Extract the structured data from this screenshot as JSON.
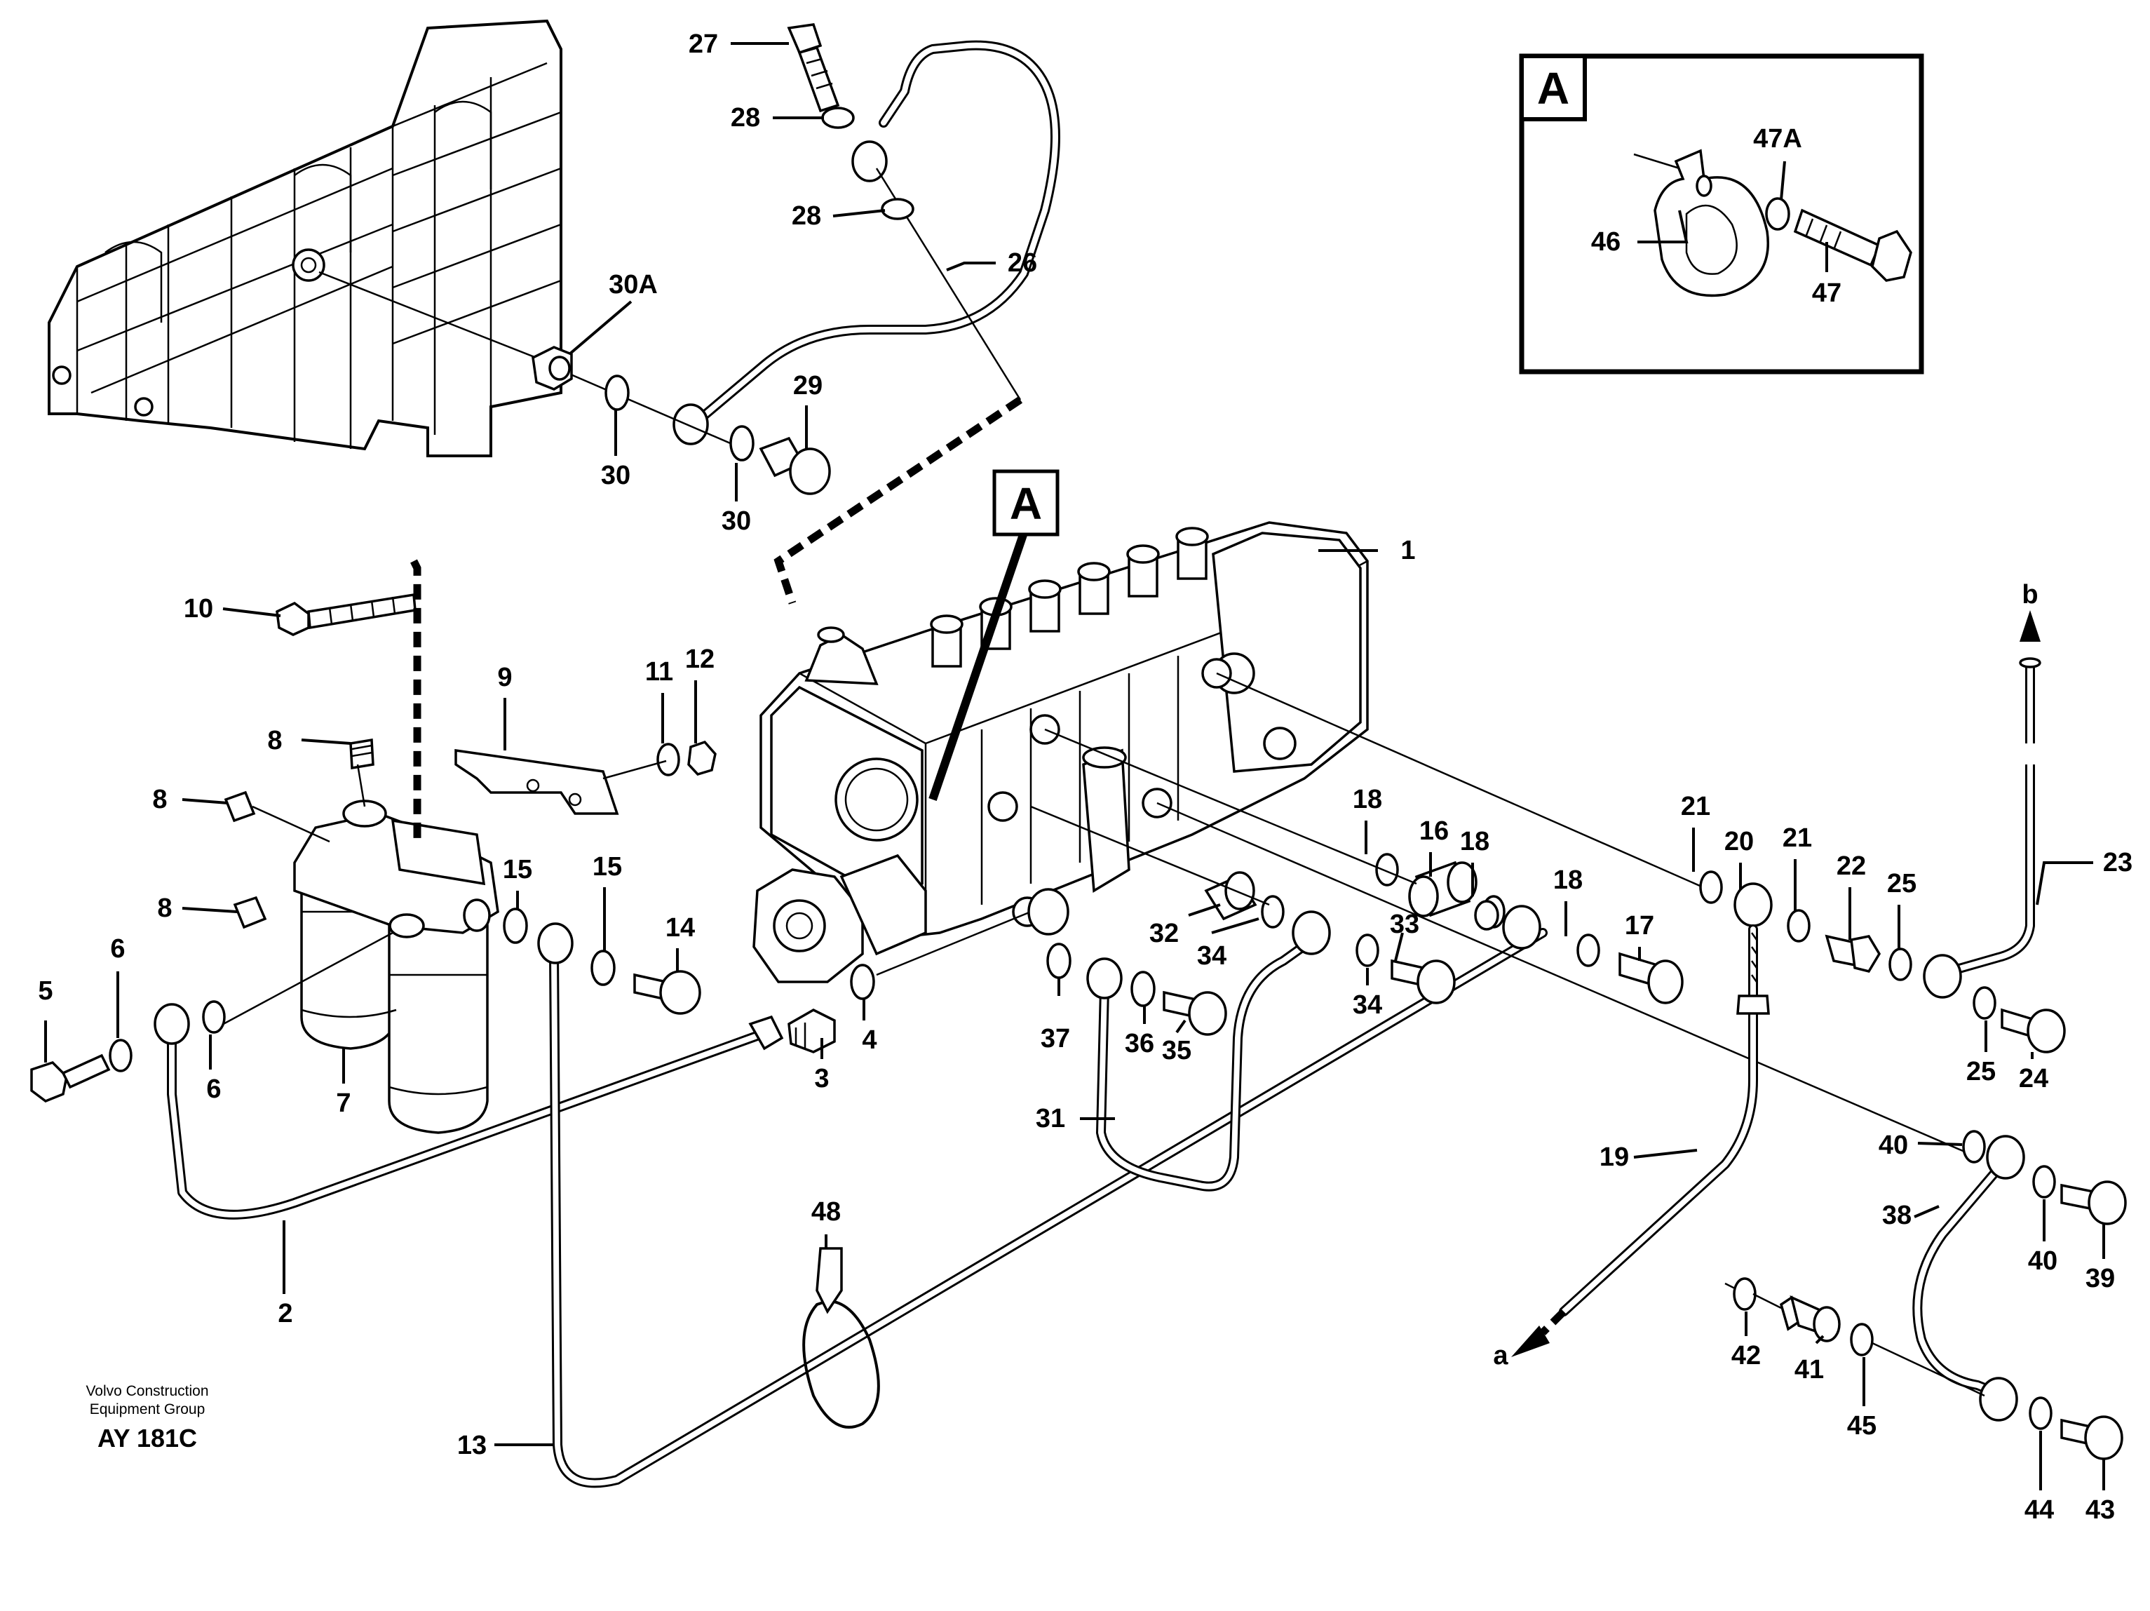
{
  "diagram": {
    "callouts": [
      {
        "id": "c1",
        "text": "1"
      },
      {
        "id": "c2",
        "text": "2"
      },
      {
        "id": "c3",
        "text": "3"
      },
      {
        "id": "c4",
        "text": "4"
      },
      {
        "id": "c5",
        "text": "5"
      },
      {
        "id": "c6a",
        "text": "6"
      },
      {
        "id": "c6b",
        "text": "6"
      },
      {
        "id": "c7",
        "text": "7"
      },
      {
        "id": "c8a",
        "text": "8"
      },
      {
        "id": "c8b",
        "text": "8"
      },
      {
        "id": "c8c",
        "text": "8"
      },
      {
        "id": "c9",
        "text": "9"
      },
      {
        "id": "c10",
        "text": "10"
      },
      {
        "id": "c11",
        "text": "11"
      },
      {
        "id": "c12",
        "text": "12"
      },
      {
        "id": "c13",
        "text": "13"
      },
      {
        "id": "c14",
        "text": "14"
      },
      {
        "id": "c15a",
        "text": "15"
      },
      {
        "id": "c15b",
        "text": "15"
      },
      {
        "id": "c16",
        "text": "16"
      },
      {
        "id": "c17",
        "text": "17"
      },
      {
        "id": "c18a",
        "text": "18"
      },
      {
        "id": "c18b",
        "text": "18"
      },
      {
        "id": "c18c",
        "text": "18"
      },
      {
        "id": "c19",
        "text": "19"
      },
      {
        "id": "c20",
        "text": "20"
      },
      {
        "id": "c21a",
        "text": "21"
      },
      {
        "id": "c21b",
        "text": "21"
      },
      {
        "id": "c22",
        "text": "22"
      },
      {
        "id": "c23",
        "text": "23"
      },
      {
        "id": "c24",
        "text": "24"
      },
      {
        "id": "c25a",
        "text": "25"
      },
      {
        "id": "c25b",
        "text": "25"
      },
      {
        "id": "c26",
        "text": "26"
      },
      {
        "id": "c27",
        "text": "27"
      },
      {
        "id": "c28a",
        "text": "28"
      },
      {
        "id": "c28b",
        "text": "28"
      },
      {
        "id": "c29",
        "text": "29"
      },
      {
        "id": "c30a",
        "text": "30A"
      },
      {
        "id": "c30b",
        "text": "30"
      },
      {
        "id": "c30c",
        "text": "30"
      },
      {
        "id": "c31",
        "text": "31"
      },
      {
        "id": "c32",
        "text": "32"
      },
      {
        "id": "c33",
        "text": "33"
      },
      {
        "id": "c34a",
        "text": "34"
      },
      {
        "id": "c34b",
        "text": "34"
      },
      {
        "id": "c35",
        "text": "35"
      },
      {
        "id": "c36",
        "text": "36"
      },
      {
        "id": "c37",
        "text": "37"
      },
      {
        "id": "c38",
        "text": "38"
      },
      {
        "id": "c39",
        "text": "39"
      },
      {
        "id": "c40a",
        "text": "40"
      },
      {
        "id": "c40b",
        "text": "40"
      },
      {
        "id": "c41",
        "text": "41"
      },
      {
        "id": "c42",
        "text": "42"
      },
      {
        "id": "c43",
        "text": "43"
      },
      {
        "id": "c44",
        "text": "44"
      },
      {
        "id": "c45",
        "text": "45"
      },
      {
        "id": "c46",
        "text": "46"
      },
      {
        "id": "c47",
        "text": "47"
      },
      {
        "id": "c47a",
        "text": "47A"
      },
      {
        "id": "c48",
        "text": "48"
      },
      {
        "id": "ca",
        "text": "a"
      },
      {
        "id": "cb",
        "text": "b"
      }
    ],
    "detail_marker": "A",
    "detail_inset_title": "A",
    "footer": {
      "maker_line1": "Volvo Construction",
      "maker_line2": "Equipment Group",
      "drawing_id": "AY 181C"
    }
  }
}
